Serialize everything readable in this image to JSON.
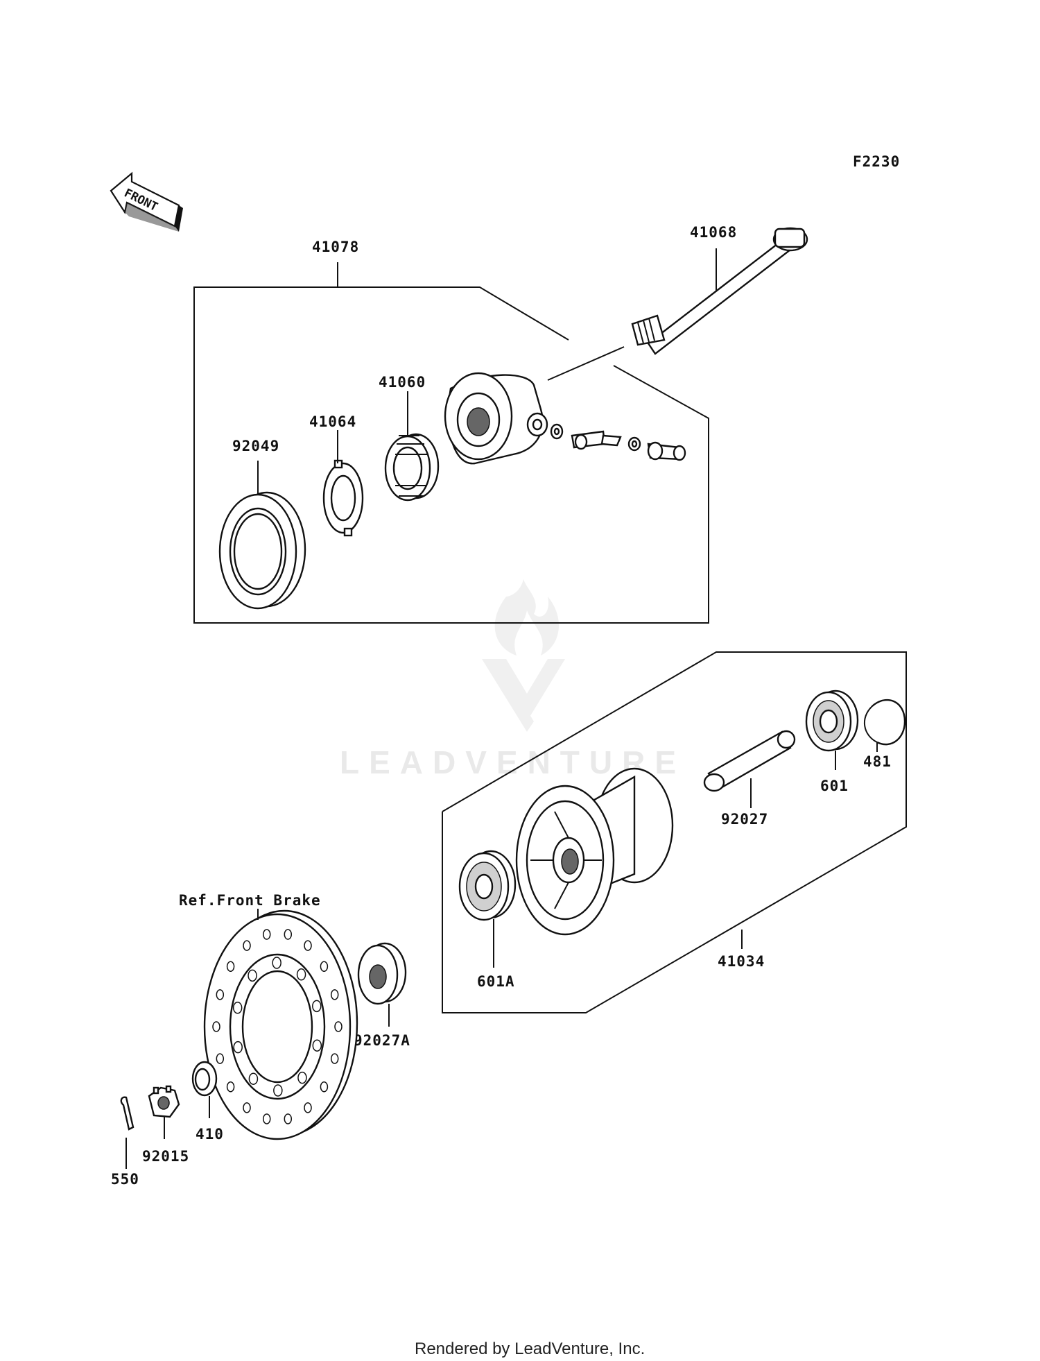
{
  "diagram_code": "F2230",
  "front_arrow_text": "FRONT",
  "watermark_text": "LEADVENTURE",
  "reference_label": "Ref.Front Brake",
  "footer_text": "Rendered by LeadVenture, Inc.",
  "parts": {
    "p41078": "41078",
    "p41068": "41068",
    "p41060": "41060",
    "p41064": "41064",
    "p92049": "92049",
    "p481": "481",
    "p601": "601",
    "p92027": "92027",
    "p41034": "41034",
    "p601A": "601A",
    "p92027A": "92027A",
    "p410": "410",
    "p92015": "92015",
    "p550": "550"
  }
}
